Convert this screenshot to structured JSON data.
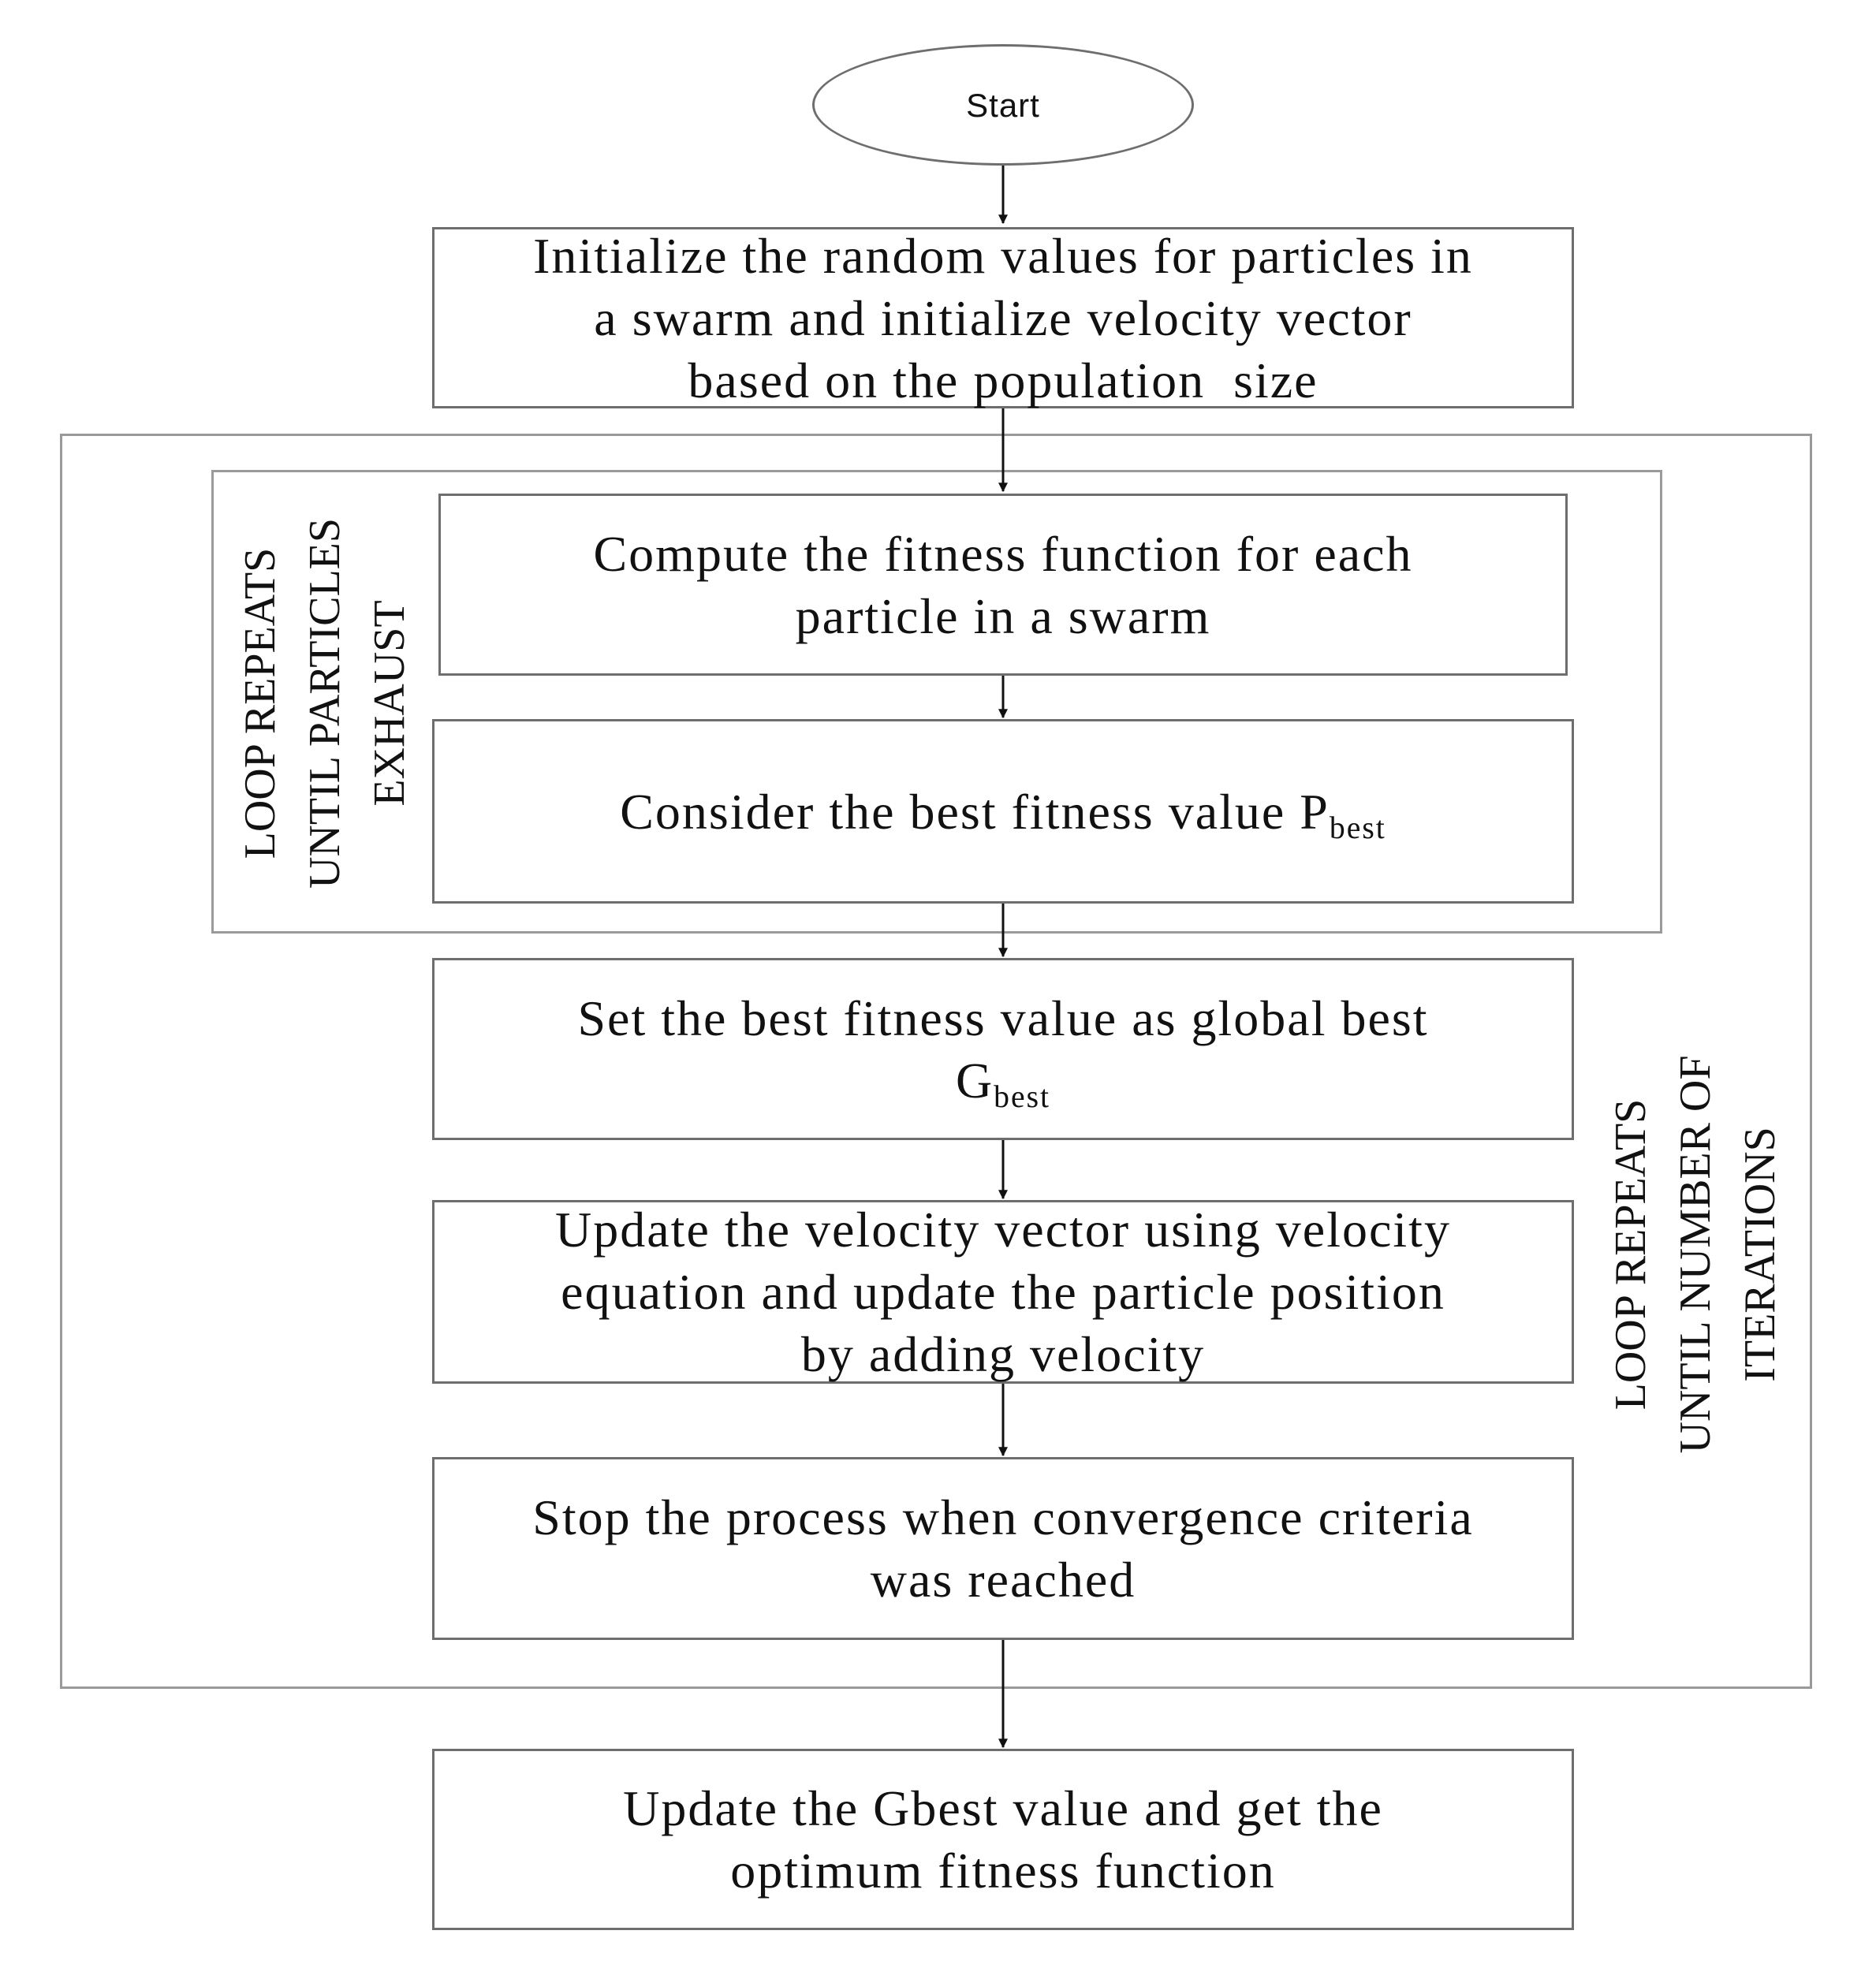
{
  "start": "Start",
  "steps": {
    "initialize": [
      "Initialize the random values for particles in",
      "a swarm and initialize velocity vector",
      "based on the population  size"
    ],
    "compute": [
      "Compute the fitness function for each",
      "particle in a swarm"
    ],
    "consider": {
      "text": "Consider the best fitness value P",
      "sub": "best"
    },
    "set_global": {
      "text": "Set the best fitness value as global best",
      "line2": "G",
      "sub": "best"
    },
    "update_velocity": [
      "Update the velocity vector using velocity",
      "equation and update the particle position",
      "by adding velocity"
    ],
    "stop": [
      "Stop the process when convergence criteria",
      "was reached"
    ],
    "final": [
      "Update the Gbest value and get the",
      "optimum fitness function"
    ]
  },
  "loops": {
    "inner": [
      "LOOP REPEATS",
      "UNTIL PARTICLES",
      "EXHAUST"
    ],
    "outer": [
      "LOOP REPEATS",
      "UNTIL NUMBER OF",
      "ITERATIONS"
    ]
  }
}
